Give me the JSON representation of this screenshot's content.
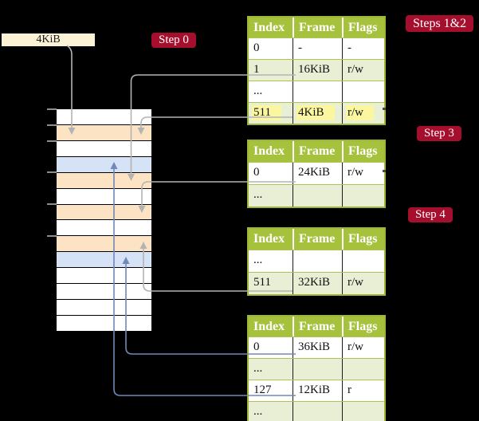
{
  "frame_label": "4KiB",
  "badges": {
    "step0": "Step 0",
    "steps12": "Steps 1&2",
    "step3": "Step 3",
    "step4": "Step 4"
  },
  "table_headers": [
    "Index",
    "Frame",
    "Flags"
  ],
  "tables": [
    {
      "name": "page-table-steps-1-2",
      "rows": [
        [
          "0",
          "-",
          "-"
        ],
        [
          "1",
          "16KiB",
          "r/w"
        ],
        [
          "...",
          "",
          ""
        ],
        [
          "511",
          "4KiB",
          "r/w"
        ]
      ],
      "highlight_row": 3
    },
    {
      "name": "page-table-step-3",
      "rows": [
        [
          "0",
          "24KiB",
          "r/w"
        ],
        [
          "...",
          "",
          ""
        ]
      ],
      "highlight_row": -1
    },
    {
      "name": "page-table-step-4",
      "rows": [
        [
          "...",
          "",
          ""
        ],
        [
          "511",
          "32KiB",
          "r/w"
        ]
      ],
      "highlight_row": -1
    },
    {
      "name": "page-table-final",
      "rows": [
        [
          "0",
          "36KiB",
          "r/w"
        ],
        [
          "...",
          "",
          ""
        ],
        [
          "127",
          "12KiB",
          "r"
        ],
        [
          "...",
          "",
          ""
        ]
      ],
      "highlight_row": -1
    }
  ],
  "memory_rows": [
    "white",
    "peach",
    "white",
    "blue",
    "peach",
    "white",
    "peach",
    "white",
    "peach",
    "blue",
    "white",
    "white",
    "white",
    "white"
  ],
  "colors": {
    "badge_red": "#A50F2D",
    "table_header_green": "#A6C13C",
    "table_row_green": "#E9EFD5",
    "memory_peach": "#FCE3C3",
    "memory_blue": "#D6E2F5",
    "label_cream": "#FCF3D7",
    "highlight_yellow": "#FBF7A0",
    "gray_wire": "#B3B3B3",
    "blue_wire": "#7089B8"
  }
}
